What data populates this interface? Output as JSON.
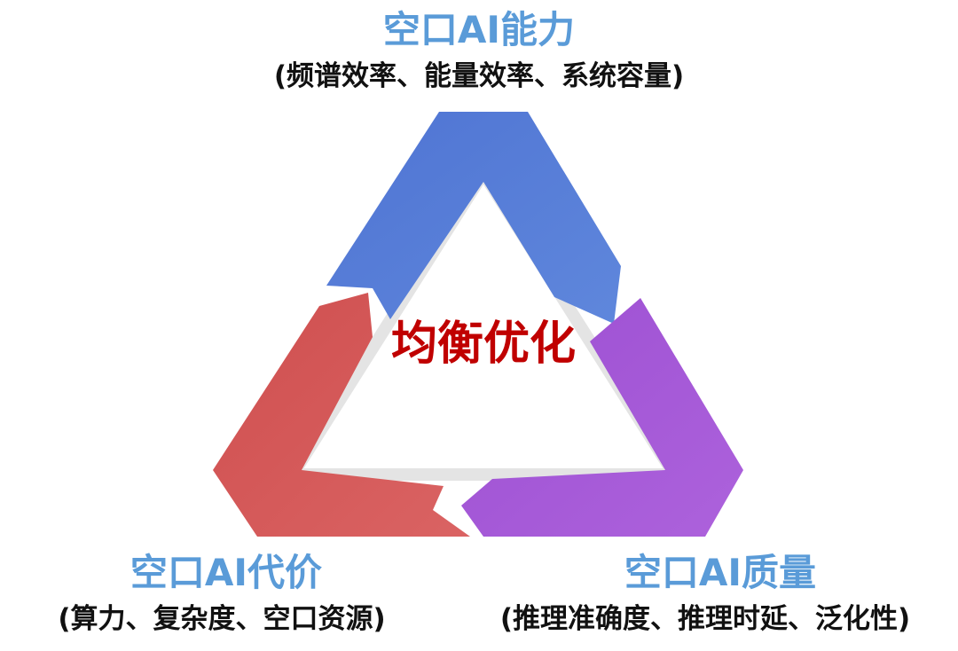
{
  "top": {
    "title": "空口AI能力",
    "subtitle": "(频谱效率、能量效率、系统容量)"
  },
  "left": {
    "title": "空口AI代价",
    "subtitle": "(算力、复杂度、空口资源)"
  },
  "right": {
    "title": "空口AI质量",
    "subtitle": "(推理准确度、推理时延、泛化性)"
  },
  "center": {
    "label": "均衡优化"
  },
  "colors": {
    "title_blue": "#5a9bd8",
    "center_red": "#c00000",
    "arrow_blue": "#5b7fd6",
    "arrow_red": "#d65b5b",
    "arrow_purple": "#a85bd6",
    "inner_outline": "#e6e6e6"
  }
}
